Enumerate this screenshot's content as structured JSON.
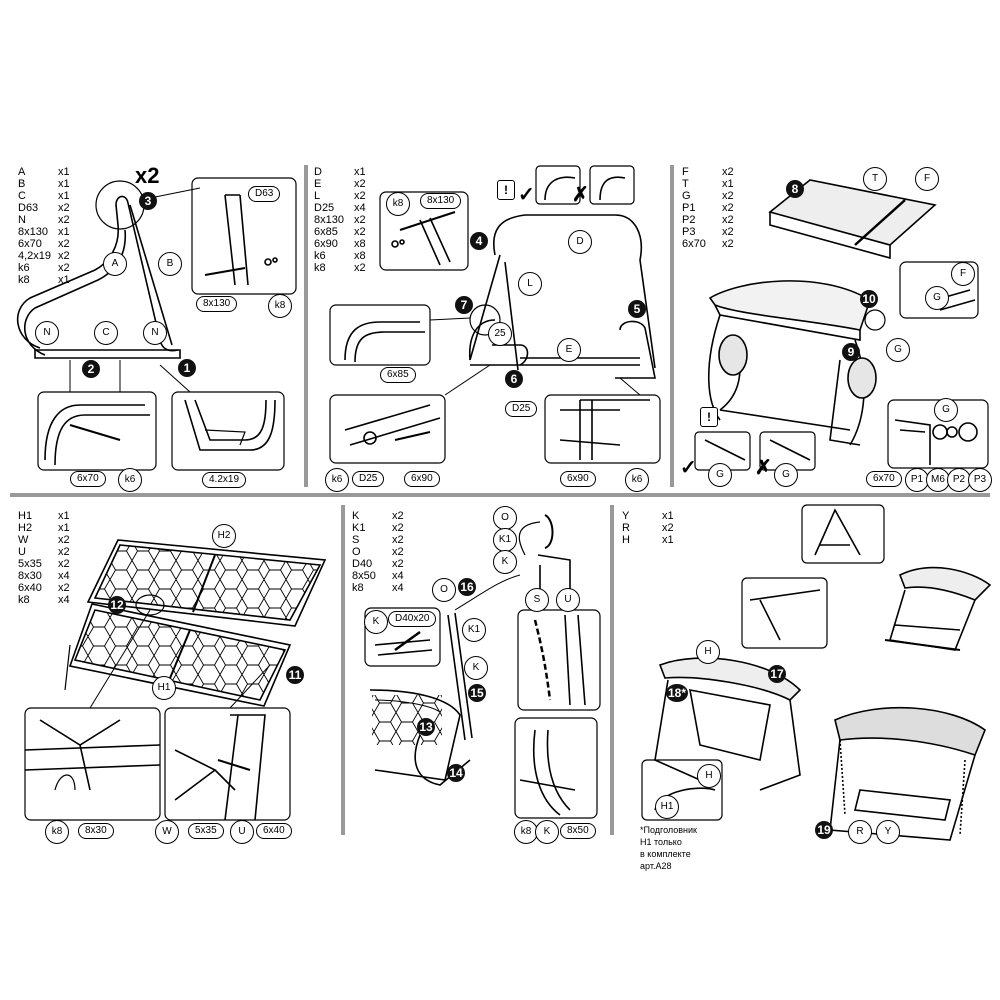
{
  "panel1": {
    "parts": [
      {
        "code": "A",
        "qty": "x1"
      },
      {
        "code": "B",
        "qty": "x1"
      },
      {
        "code": "C",
        "qty": "x1"
      },
      {
        "code": "D63",
        "qty": "x2"
      },
      {
        "code": "N",
        "qty": "x2"
      },
      {
        "code": "8x130",
        "qty": "x1"
      },
      {
        "code": "6x70",
        "qty": "x2"
      },
      {
        "code": "4,2x19",
        "qty": "x2"
      },
      {
        "code": "k6",
        "qty": "x2"
      },
      {
        "code": "k8",
        "qty": "x1"
      }
    ],
    "multiplier": "x2",
    "labels": {
      "A": "A",
      "B": "B",
      "C": "C",
      "N1": "N",
      "N2": "N",
      "D63": "D63",
      "s8x130": "8x130",
      "k8": "k8",
      "s6x70": "6x70",
      "k6": "k6",
      "s42x19": "4.2x19"
    },
    "steps": [
      "1",
      "2",
      "3"
    ]
  },
  "panel2": {
    "parts": [
      {
        "code": "D",
        "qty": "x1"
      },
      {
        "code": "E",
        "qty": "x2"
      },
      {
        "code": "L",
        "qty": "x2"
      },
      {
        "code": "D25",
        "qty": "x4"
      },
      {
        "code": "8x130",
        "qty": "x2"
      },
      {
        "code": "6x85",
        "qty": "x2"
      },
      {
        "code": "6x90",
        "qty": "x8"
      },
      {
        "code": "k6",
        "qty": "x8"
      },
      {
        "code": "k8",
        "qty": "x2"
      }
    ],
    "labels": {
      "k8": "k8",
      "s8x130": "8x130",
      "D": "D",
      "L": "L",
      "n25": "25",
      "E": "E",
      "s6x85": "6x85",
      "k6a": "k6",
      "D25a": "D25",
      "s6x90a": "6x90",
      "D25b": "D25",
      "s6x90b": "6x90",
      "k6b": "k6"
    },
    "warn": "!",
    "check": "✓",
    "cross": "✗",
    "steps": [
      "4",
      "5",
      "6",
      "7"
    ]
  },
  "panel3": {
    "parts": [
      {
        "code": "F",
        "qty": "x2"
      },
      {
        "code": "T",
        "qty": "x1"
      },
      {
        "code": "G",
        "qty": "x2"
      },
      {
        "code": "P1",
        "qty": "x2"
      },
      {
        "code": "P2",
        "qty": "x2"
      },
      {
        "code": "P3",
        "qty": "x2"
      },
      {
        "code": "6x70",
        "qty": "x2"
      }
    ],
    "labels": {
      "T": "T",
      "F1": "F",
      "F2": "F",
      "G1": "G",
      "G2": "G",
      "G3": "G",
      "G4": "G",
      "G5": "G",
      "s6x70": "6x70",
      "P1": "P1",
      "M6": "M6",
      "P2": "P2",
      "P3": "P3"
    },
    "warn": "!",
    "check": "✓",
    "cross": "✗",
    "steps": [
      "8",
      "9",
      "10"
    ]
  },
  "panel4": {
    "parts": [
      {
        "code": "H1",
        "qty": "x1"
      },
      {
        "code": "H2",
        "qty": "x1"
      },
      {
        "code": "W",
        "qty": "x2"
      },
      {
        "code": "U",
        "qty": "x2"
      },
      {
        "code": "5x35",
        "qty": "x2"
      },
      {
        "code": "8x30",
        "qty": "x4"
      },
      {
        "code": "6x40",
        "qty": "x2"
      },
      {
        "code": "k8",
        "qty": "x4"
      }
    ],
    "labels": {
      "H2": "H2",
      "H1": "H1",
      "k8": "k8",
      "s8x30": "8x30",
      "W": "W",
      "s5x35": "5x35",
      "U": "U",
      "s6x40": "6x40"
    },
    "steps": [
      "11",
      "12"
    ]
  },
  "panel5": {
    "parts": [
      {
        "code": "K",
        "qty": "x2"
      },
      {
        "code": "K1",
        "qty": "x2"
      },
      {
        "code": "S",
        "qty": "x2"
      },
      {
        "code": "O",
        "qty": "x2"
      },
      {
        "code": "D40",
        "qty": "x2"
      },
      {
        "code": "8x50",
        "qty": "x4"
      },
      {
        "code": "k8",
        "qty": "x4"
      }
    ],
    "labels": {
      "O1": "O",
      "K1a": "K1",
      "K1b": "K1",
      "Ka": "K",
      "O2": "O",
      "S": "S",
      "U": "U",
      "Kb": "K",
      "D40x20": "D40x20",
      "Kc": "K",
      "k8": "k8",
      "Kd": "K",
      "s8x50": "8x50"
    },
    "steps": [
      "13",
      "14",
      "15",
      "16"
    ]
  },
  "panel6": {
    "parts": [
      {
        "code": "Y",
        "qty": "x1"
      },
      {
        "code": "R",
        "qty": "x2"
      },
      {
        "code": "H",
        "qty": "x1"
      }
    ],
    "labels": {
      "H1": "H",
      "H2": "H",
      "H1b": "H1",
      "R": "R",
      "Y": "Y"
    },
    "note": [
      "*Подголовник Н1 только",
      "в комплекте арт.A28"
    ],
    "steps": [
      "17",
      "18*",
      "19"
    ]
  }
}
